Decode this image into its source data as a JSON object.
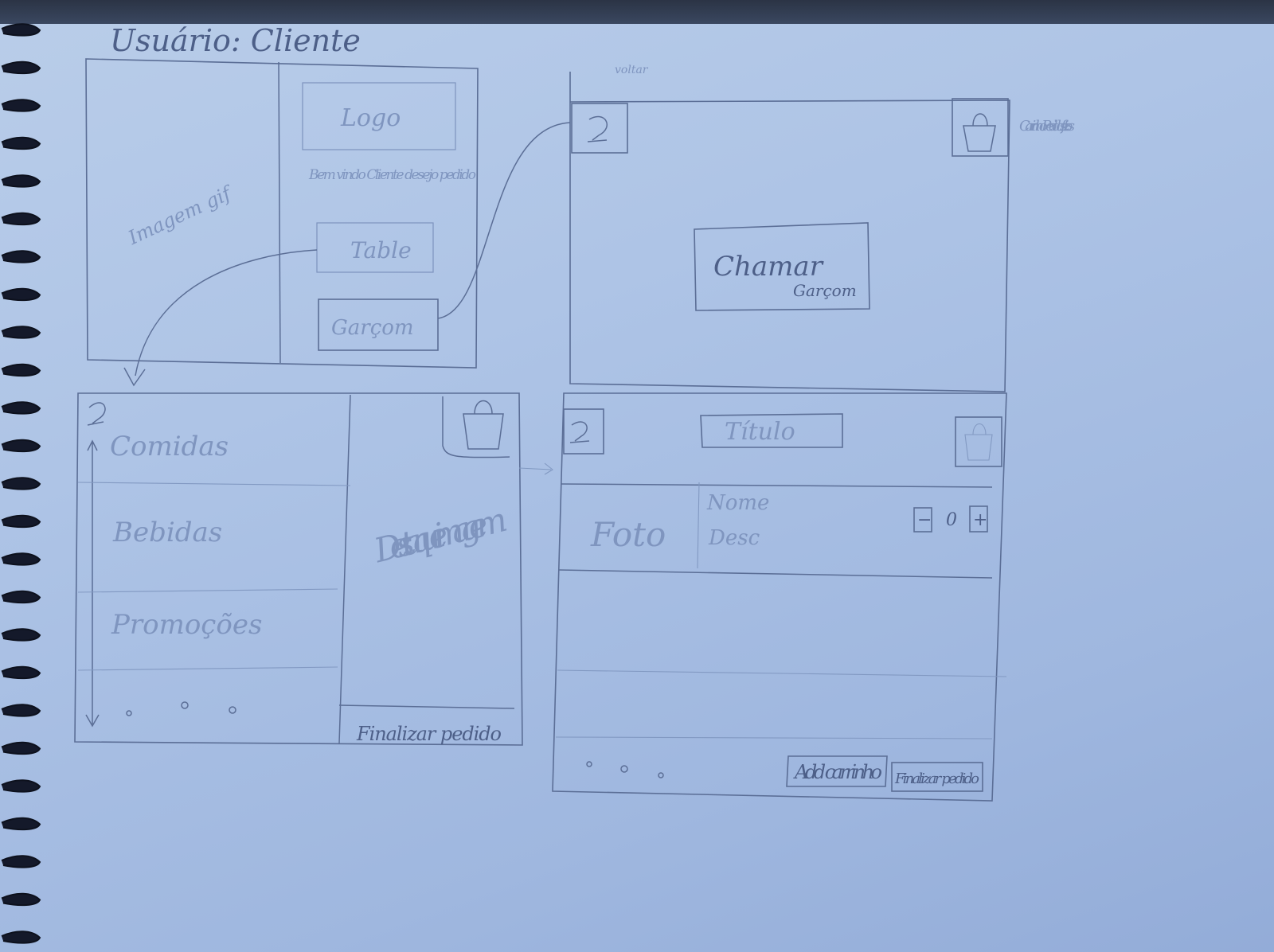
{
  "title": "Usuário: Cliente",
  "screen1": {
    "left_text": "Imagem gif",
    "logo": "Logo",
    "welcome": "Bem vindo Cliente desejo pedido",
    "table_button": "Table",
    "waiter_button": "Garçom"
  },
  "screen2": {
    "back_note": "voltar",
    "side_note": "Carrinho Pedidos feitos",
    "call_button_line1": "Chamar",
    "call_button_line2": "Garçom"
  },
  "screen3": {
    "menu_items": [
      "Comidas",
      "Bebidas",
      "Promoções"
    ],
    "highlight": "Destaque imagem",
    "finish_button": "Finalizar pedido"
  },
  "screen4": {
    "title_box": "Título",
    "photo": "Foto",
    "name": "Nome",
    "desc": "Desc",
    "qty_minus": "−",
    "qty_value": "0",
    "qty_plus": "+",
    "add_button": "Add carrinho",
    "finish_button": "Finalizar pedido"
  },
  "icons": {
    "back": "back-arrow-icon",
    "cart": "shopping-bag-icon"
  }
}
